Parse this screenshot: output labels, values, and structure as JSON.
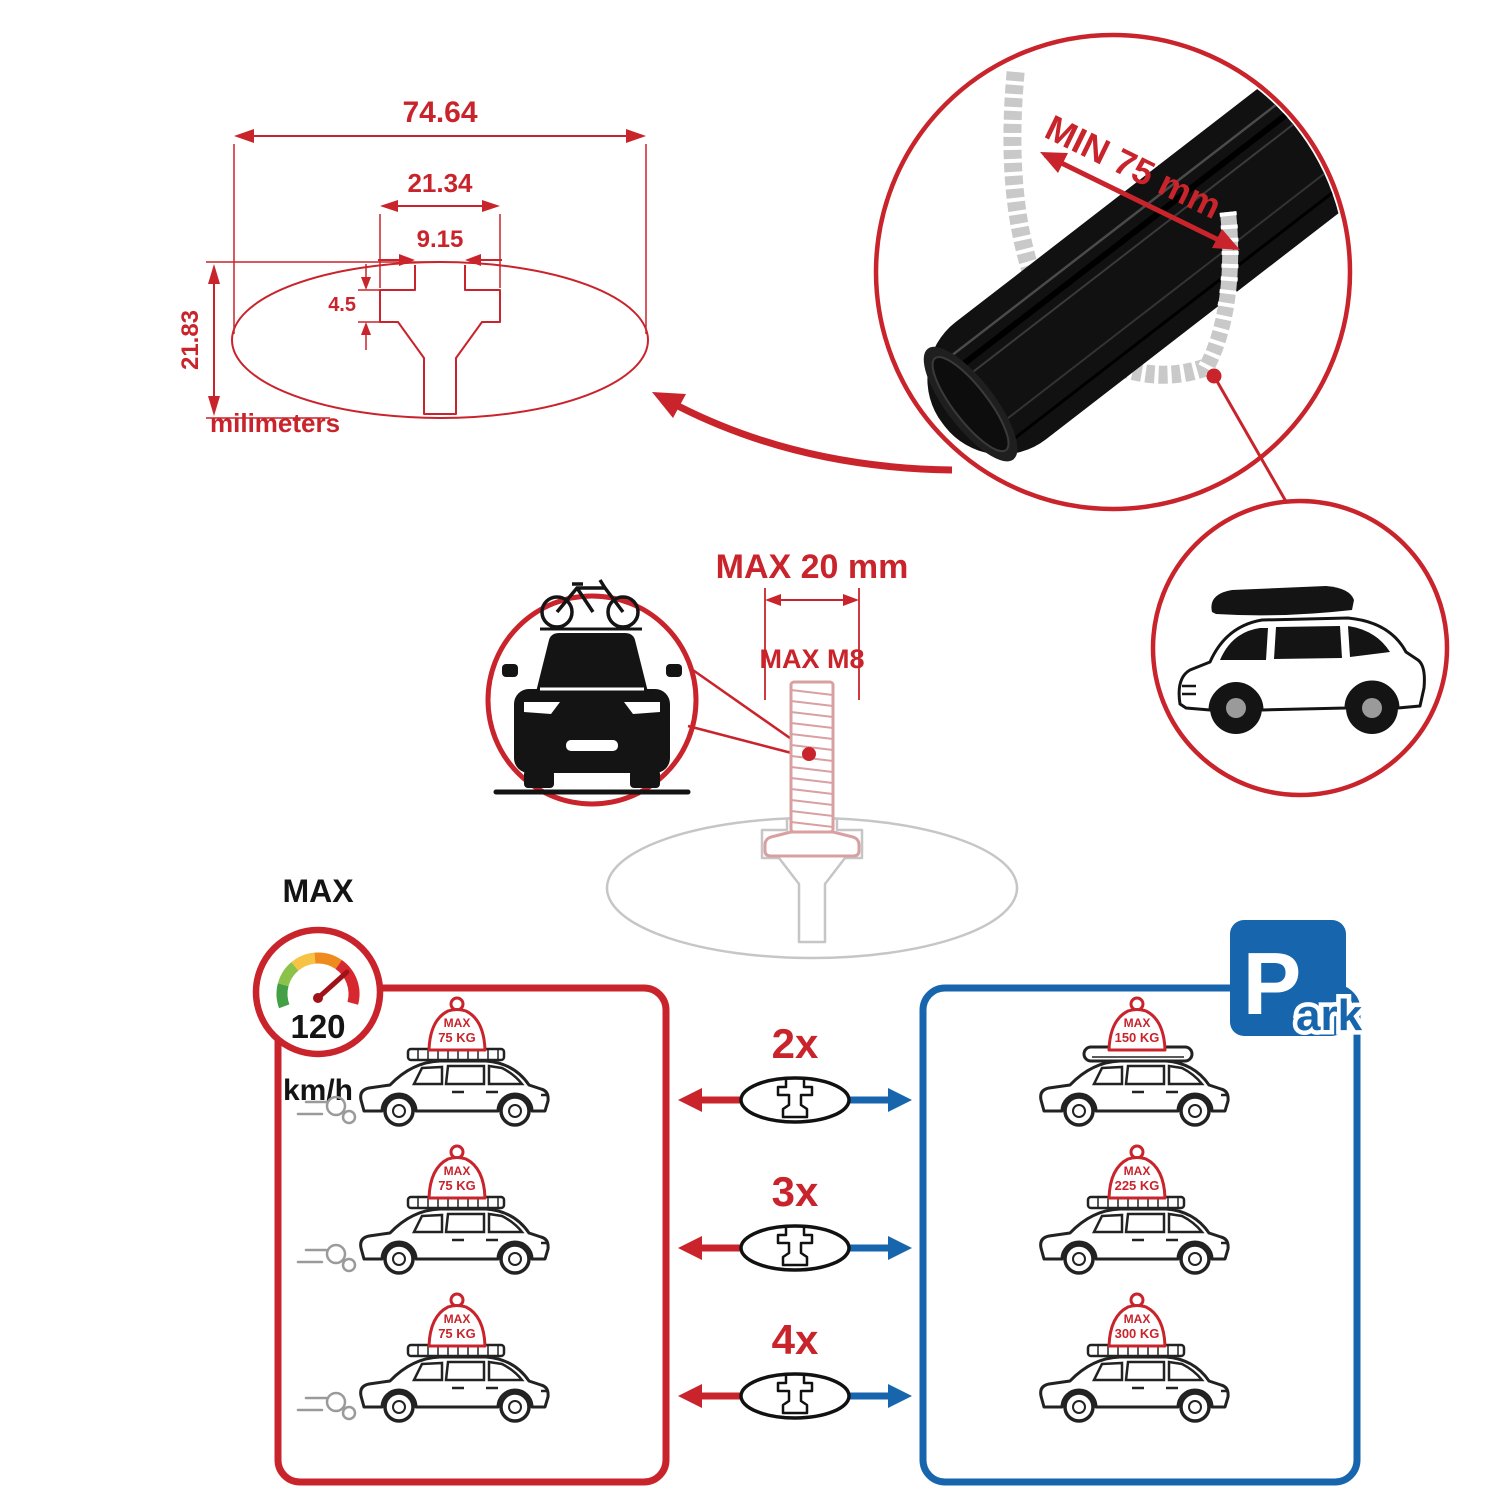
{
  "colors": {
    "red": "#c9242b",
    "blue": "#1766ad",
    "black": "#141414",
    "faint_gray": "#c6c6c6",
    "faint_pink": "#d9a0a2"
  },
  "icons": {
    "crossbar_closeup": "crossbar-3d-icon",
    "suv_roofbox": "suv-with-roofbox-icon",
    "car_front_bike": "car-front-with-bike-icon",
    "speedometer": "speedometer-gauge-icon",
    "parking": "parking-sign-icon",
    "bar_cross_section": "crossbar-cross-section-icon"
  },
  "profile_drawing": {
    "total_width": "74.64",
    "channel_width": "21.34",
    "slot_width": "9.15",
    "lip_depth": "4.5",
    "total_height": "21.83",
    "units": "milimeters"
  },
  "bar_closeup": {
    "min_length": "MIN 75 mm"
  },
  "bolt_diagram": {
    "max_width": "MAX 20 mm",
    "max_thread": "MAX M8"
  },
  "speed_badge": {
    "title": "MAX",
    "value": "120",
    "units": "km/h"
  },
  "parking_sign": {
    "letter": "P",
    "suffix": "ark"
  },
  "driving_cars": [
    {
      "tag_title": "MAX",
      "tag_value": "75 KG"
    },
    {
      "tag_title": "MAX",
      "tag_value": "75 KG"
    },
    {
      "tag_title": "MAX",
      "tag_value": "75 KG"
    }
  ],
  "parked_cars": [
    {
      "tag_title": "MAX",
      "tag_value": "150 KG"
    },
    {
      "tag_title": "MAX",
      "tag_value": "225 KG"
    },
    {
      "tag_title": "MAX",
      "tag_value": "300 KG"
    }
  ],
  "bar_multipliers": [
    "2x",
    "3x",
    "4x"
  ]
}
